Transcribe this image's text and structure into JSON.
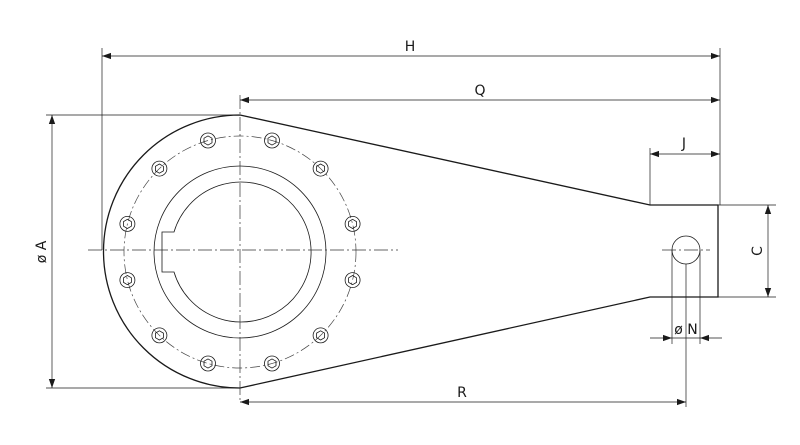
{
  "labels": {
    "H": "H",
    "Q": "Q",
    "J": "J",
    "C": "C",
    "A": "ø A",
    "N": "ø N",
    "R": "R"
  }
}
